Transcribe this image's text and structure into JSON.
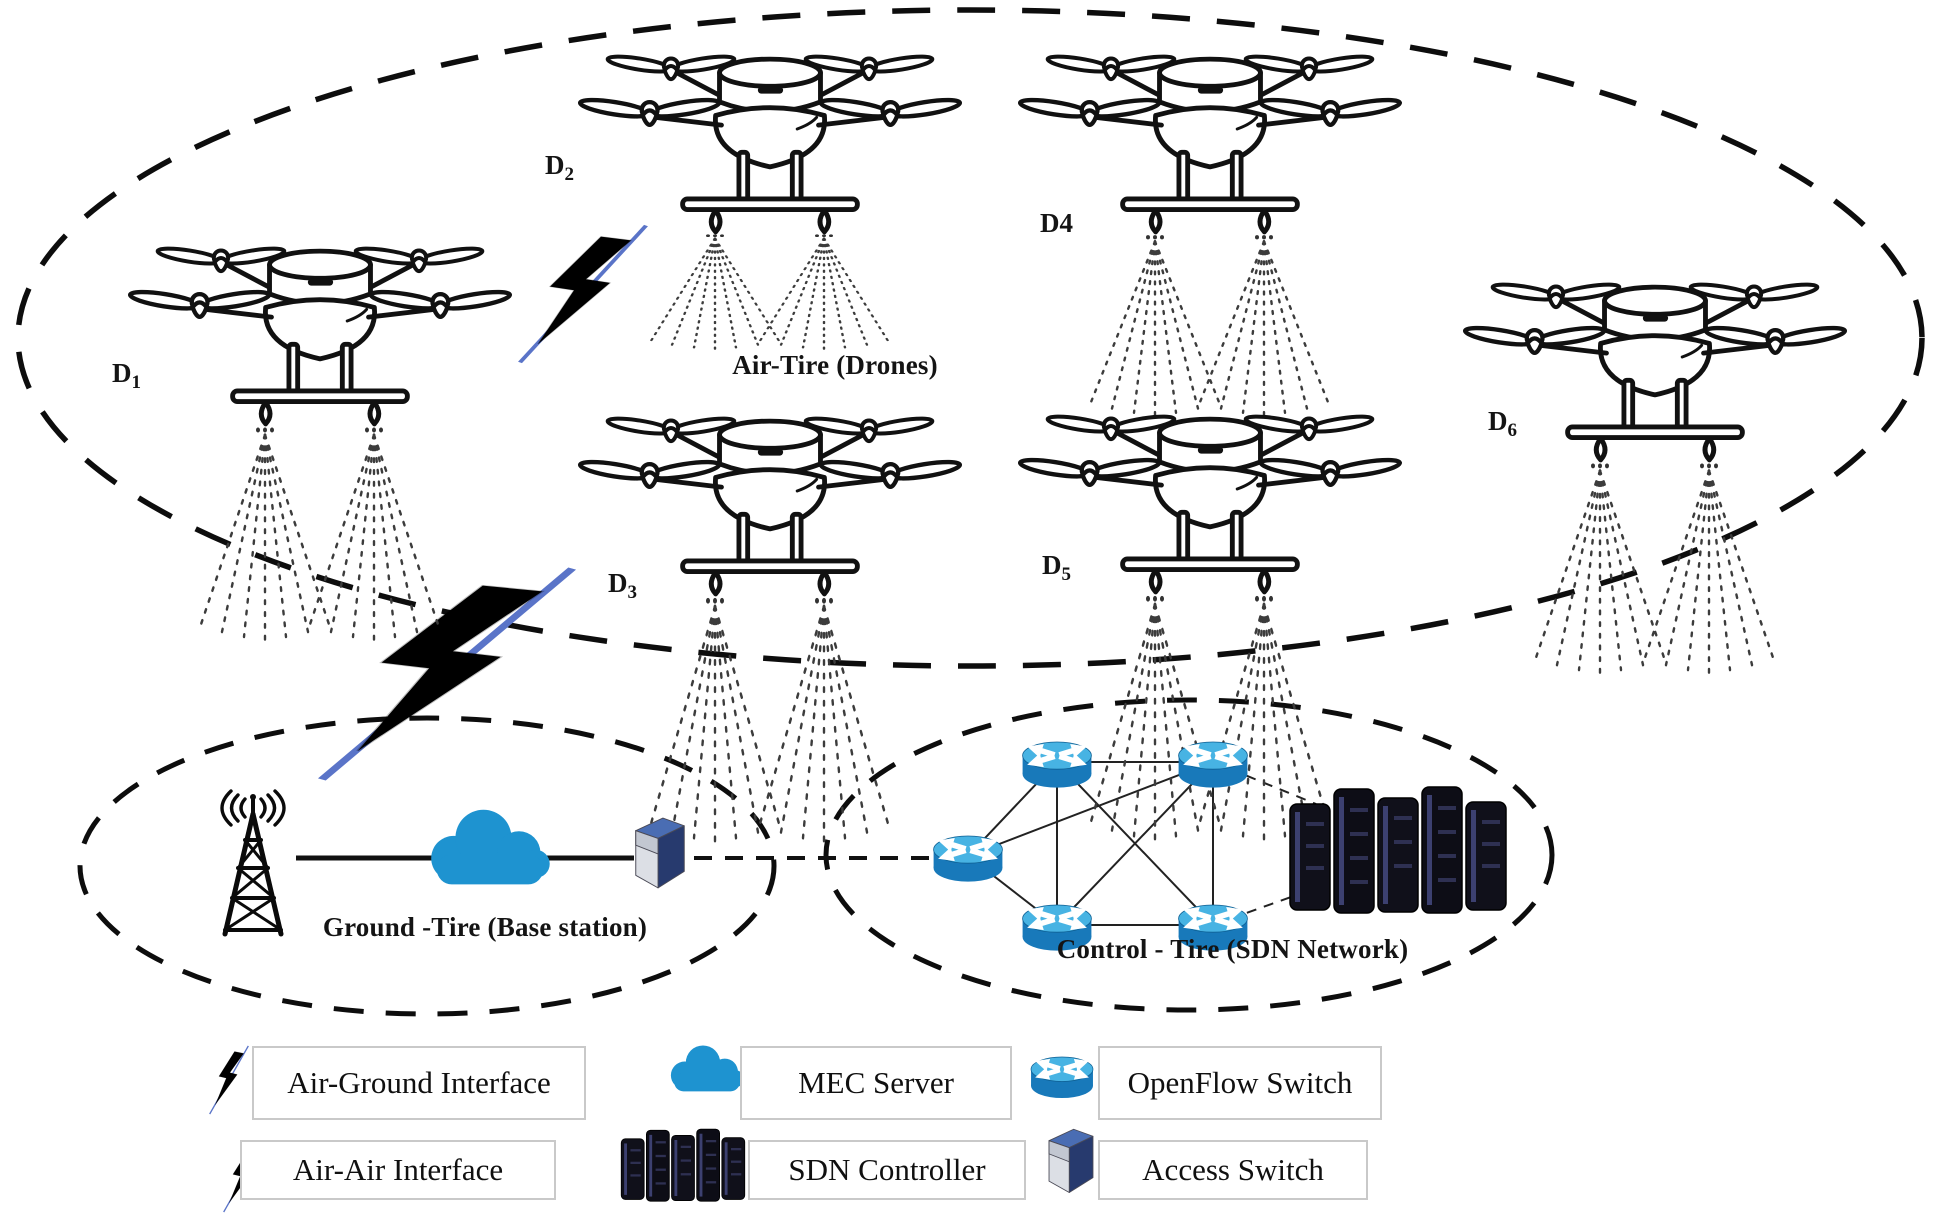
{
  "air_tier": {
    "label": "Air-Tire (Drones)",
    "drones": [
      {
        "name": "D",
        "sub": "1"
      },
      {
        "name": "D",
        "sub": "2"
      },
      {
        "name": "D",
        "sub": "3"
      },
      {
        "name": "D4",
        "sub": ""
      },
      {
        "name": "D",
        "sub": "5"
      },
      {
        "name": "D",
        "sub": "6"
      }
    ]
  },
  "ground_tier": {
    "label": "Ground -Tire (Base station)"
  },
  "control_tier": {
    "label": "Control - Tire (SDN Network)"
  },
  "legend": {
    "air_ground": "Air-Ground Interface",
    "air_air": "Air-Air Interface",
    "mec": "MEC Server",
    "sdn": "SDN Controller",
    "openflow": "OpenFlow Switch",
    "access": "Access Switch"
  },
  "icons": {
    "air_ground": "red-lightning-bolt",
    "air_air": "yellow-lightning-bolt",
    "mec": "blue-cloud",
    "sdn": "server-rack",
    "openflow": "blue-switch-cylinder",
    "access": "3d-switch-cube",
    "base_station": "radio-antenna-tower",
    "drone": "quadcopter-sprayer"
  },
  "colors": {
    "cloud_blue": "#1e93d0",
    "switch_top": "#47b3e3",
    "switch_body": "#1879ba",
    "bolt_red": "#c8102e",
    "bolt_yellow": "#f0e113",
    "bolt_line_blue": "#5a74c8"
  }
}
